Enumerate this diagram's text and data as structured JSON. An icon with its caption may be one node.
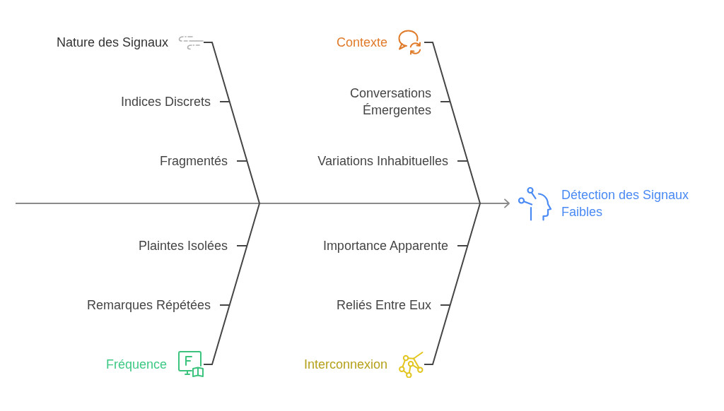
{
  "diagram": {
    "nodes": [
      {
        "text": [
          "Nature des Signaux"
        ]
      },
      {
        "text": [
          "Indices Discrets"
        ]
      },
      {
        "text": [
          "Fragmentés"
        ]
      },
      {
        "text": [
          "Contexte"
        ]
      },
      {
        "text": [
          "Conversations Émergentes"
        ]
      },
      {
        "text": [
          "Variations Inhabituelles"
        ]
      },
      {
        "text": [
          "Plaintes Isolées"
        ]
      },
      {
        "text": [
          "Remarques Répétées"
        ]
      },
      {
        "text": [
          "Fréquence"
        ]
      },
      {
        "text": [
          "Importance Apparente"
        ]
      },
      {
        "text": [
          "Reliés Entre Eux"
        ]
      },
      {
        "text": [
          "Interconnexion"
        ]
      },
      {
        "text": [
          "Détection des Signaux Faibles"
        ]
      }
    ],
    "edges": [
      {
        "from": null,
        "to": 12,
        "arrow": "to",
        "color": "#8a8a8a"
      },
      {
        "from": 0,
        "to": 12,
        "arrow": "to"
      },
      {
        "from": 3,
        "to": 12,
        "arrow": "to"
      },
      {
        "from": 8,
        "to": 12,
        "arrow": "to"
      },
      {
        "from": 11,
        "to": 12,
        "arrow": "to"
      },
      {
        "from": 1,
        "to": 0,
        "arrow": "none"
      },
      {
        "from": 2,
        "to": 0,
        "arrow": "none"
      },
      {
        "from": 4,
        "to": 3,
        "arrow": "none"
      },
      {
        "from": 5,
        "to": 3,
        "arrow": "none"
      },
      {
        "from": 6,
        "to": 8,
        "arrow": "none"
      },
      {
        "from": 7,
        "to": 8,
        "arrow": "none"
      },
      {
        "from": 9,
        "to": 11,
        "arrow": "none"
      },
      {
        "from": 10,
        "to": 11,
        "arrow": "none"
      }
    ]
  }
}
